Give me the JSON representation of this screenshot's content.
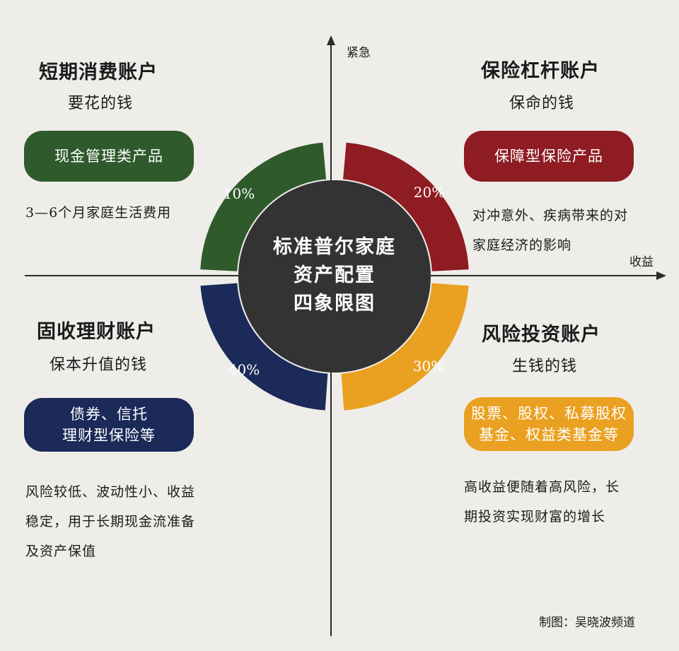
{
  "axes": {
    "y_label": "紧急",
    "x_label": "收益"
  },
  "center": {
    "lines": [
      "标准普尔家庭",
      "资产配置",
      "四象限图"
    ]
  },
  "quadrants": [
    {
      "title": "短期消费账户",
      "subtitle": "要花的钱",
      "product_lines": [
        "现金管理类产品"
      ],
      "description_lines": [
        "3—6个月家庭生活费用"
      ],
      "percent": "10%",
      "color": "#2e5a2c"
    },
    {
      "title": "保险杠杆账户",
      "subtitle": "保命的钱",
      "product_lines": [
        "保障型保险产品"
      ],
      "description_lines": [
        "对冲意外、疾病带来的对",
        "家庭经济的影响"
      ],
      "percent": "20%",
      "color": "#8e1c22"
    },
    {
      "title": "固收理财账户",
      "subtitle": "保本升值的钱",
      "product_lines": [
        "债券、信托",
        "理财型保险等"
      ],
      "description_lines": [
        "风险较低、波动性小、收益",
        "稳定，用于长期现金流准备",
        "及资产保值"
      ],
      "percent": "40%",
      "color": "#1b2a58"
    },
    {
      "title": "风险投资账户",
      "subtitle": "生钱的钱",
      "product_lines": [
        "股票、股权、私募股权",
        "基金、权益类基金等"
      ],
      "description_lines": [
        "高收益便随着高风险，长",
        "期投资实现财富的增长"
      ],
      "percent": "30%",
      "color": "#eaa020"
    }
  ],
  "credit": "制图：吴晓波频道"
}
